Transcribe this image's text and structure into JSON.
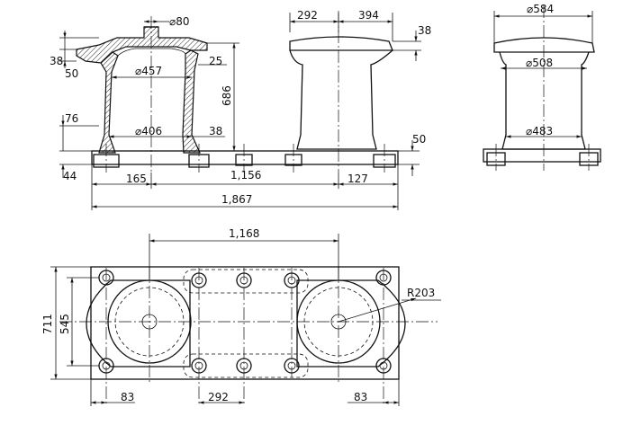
{
  "front_view": {
    "dim_top_hole": "⌀80",
    "dim_inner_top": "⌀457",
    "dim_inner_bottom": "⌀406",
    "dim_rim_height": "38",
    "dim_lip_height": "50",
    "dim_neck_thickness": "25",
    "dim_height": "686",
    "dim_wall_thickness": "38",
    "dim_base_top": "76",
    "dim_base_bottom": "44",
    "dim_head_left": "292",
    "dim_head_right": "394",
    "dim_head_thickness": "38",
    "dim_plate_thickness": "50",
    "dim_left_edge": "165",
    "dim_center_span": "1,156",
    "dim_right_edge": "127",
    "dim_overall_length": "1,867"
  },
  "side_view": {
    "dim_head_dia": "⌀584",
    "dim_upper_dia": "⌀508",
    "dim_lower_dia": "⌀483"
  },
  "plan_view": {
    "dim_bollard_pitch": "1,168",
    "dim_overall_width": "711",
    "dim_bolt_span": "545",
    "dim_edge_left": "83",
    "dim_slot_pitch": "292",
    "dim_edge_right": "83",
    "dim_radius": "R203"
  }
}
